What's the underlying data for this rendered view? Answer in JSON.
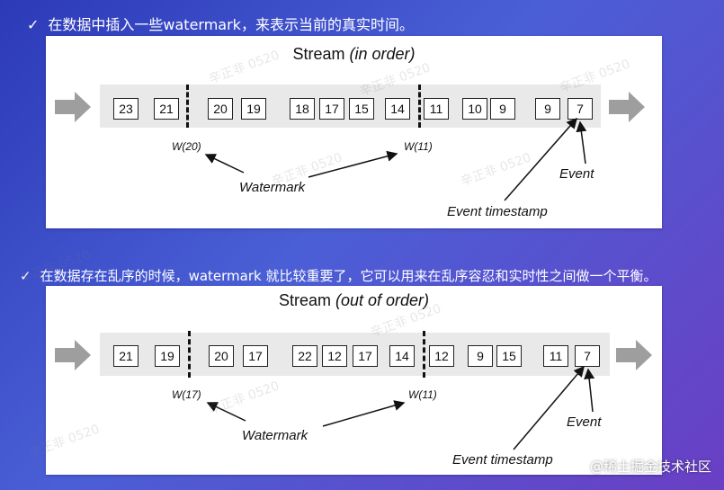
{
  "bullets": {
    "first": "在数据中插入一些watermark，来表示当前的真实时间。",
    "second": "在数据存在乱序的时候，watermark 就比较重要了，它可以用来在乱序容忍和实时性之间做一个平衡。",
    "check_glyph": "✓"
  },
  "panel1": {
    "title_main": "Stream",
    "title_sub": "(in order)",
    "boxes": [
      "23",
      "21",
      "20",
      "19",
      "18",
      "17",
      "15",
      "14",
      "11",
      "10",
      "9",
      "9",
      "7"
    ],
    "watermarks": [
      "W(20)",
      "W(11)"
    ],
    "watermark_label": "Watermark",
    "event_label": "Event",
    "timestamp_label": "Event timestamp"
  },
  "panel2": {
    "title_main": "Stream",
    "title_sub": "(out of order)",
    "boxes": [
      "21",
      "19",
      "20",
      "17",
      "22",
      "12",
      "17",
      "14",
      "12",
      "9",
      "15",
      "11",
      "7"
    ],
    "watermarks": [
      "W(17)",
      "W(11)"
    ],
    "watermark_label": "Watermark",
    "event_label": "Event",
    "timestamp_label": "Event timestamp"
  },
  "overlay_watermark": "辛正非 0520",
  "brand": "@稀土掘金技术社区"
}
